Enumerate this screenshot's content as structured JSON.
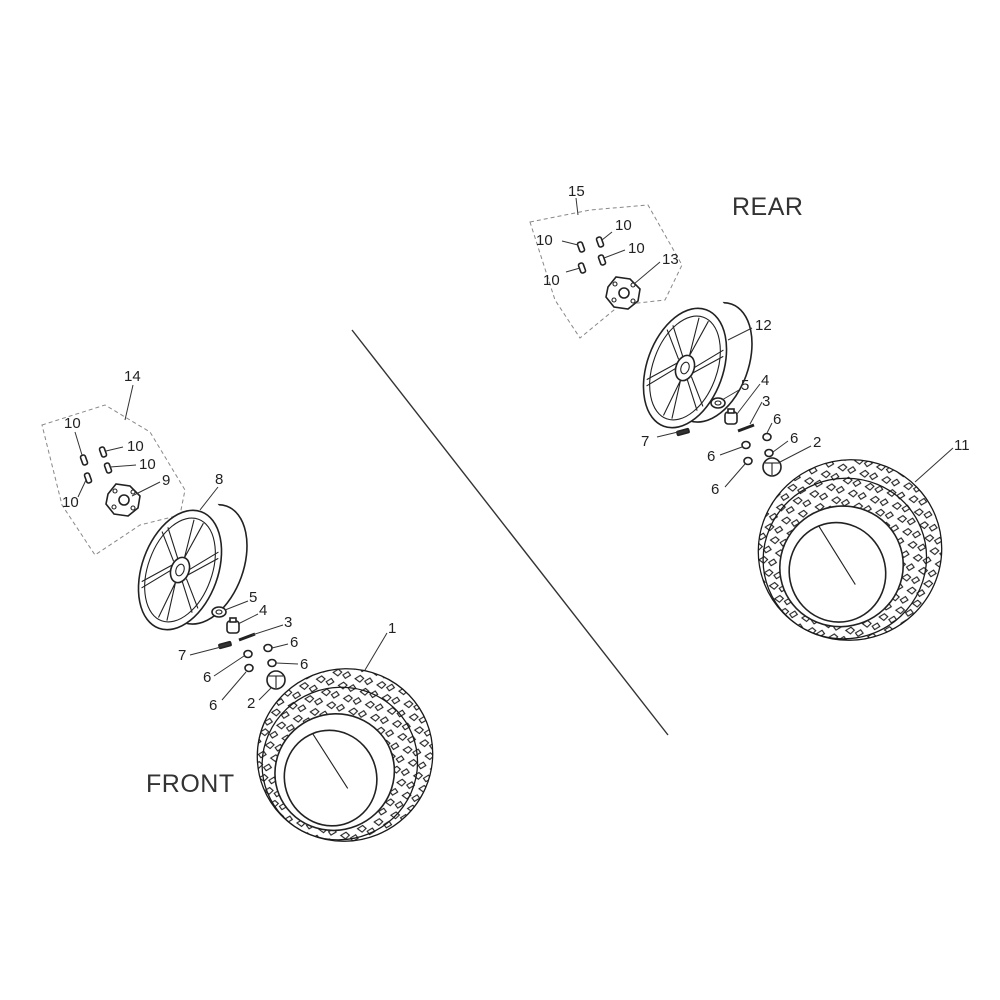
{
  "labels": {
    "front": "FRONT",
    "rear": "REAR"
  },
  "front": {
    "callouts": {
      "tire": "1",
      "valve_cap": "2",
      "valve_core": "3",
      "nut": "4",
      "washer": "5",
      "seal_a": "6",
      "seal_b": "6",
      "seal_c": "6",
      "seal_d": "6",
      "valve_stem": "7",
      "rim": "8",
      "hub": "9",
      "bolt_a": "10",
      "bolt_b": "10",
      "bolt_c": "10",
      "bolt_d": "10",
      "hub_assembly": "14"
    }
  },
  "rear": {
    "callouts": {
      "tire": "11",
      "valve_cap": "2",
      "valve_core": "3",
      "nut": "4",
      "washer": "5",
      "seal_a": "6",
      "seal_b": "6",
      "seal_c": "6",
      "seal_d": "6",
      "valve_stem": "7",
      "rim": "12",
      "hub": "13",
      "bolt_a": "10",
      "bolt_b": "10",
      "bolt_c": "10",
      "bolt_d": "10",
      "hub_assembly": "15"
    }
  }
}
